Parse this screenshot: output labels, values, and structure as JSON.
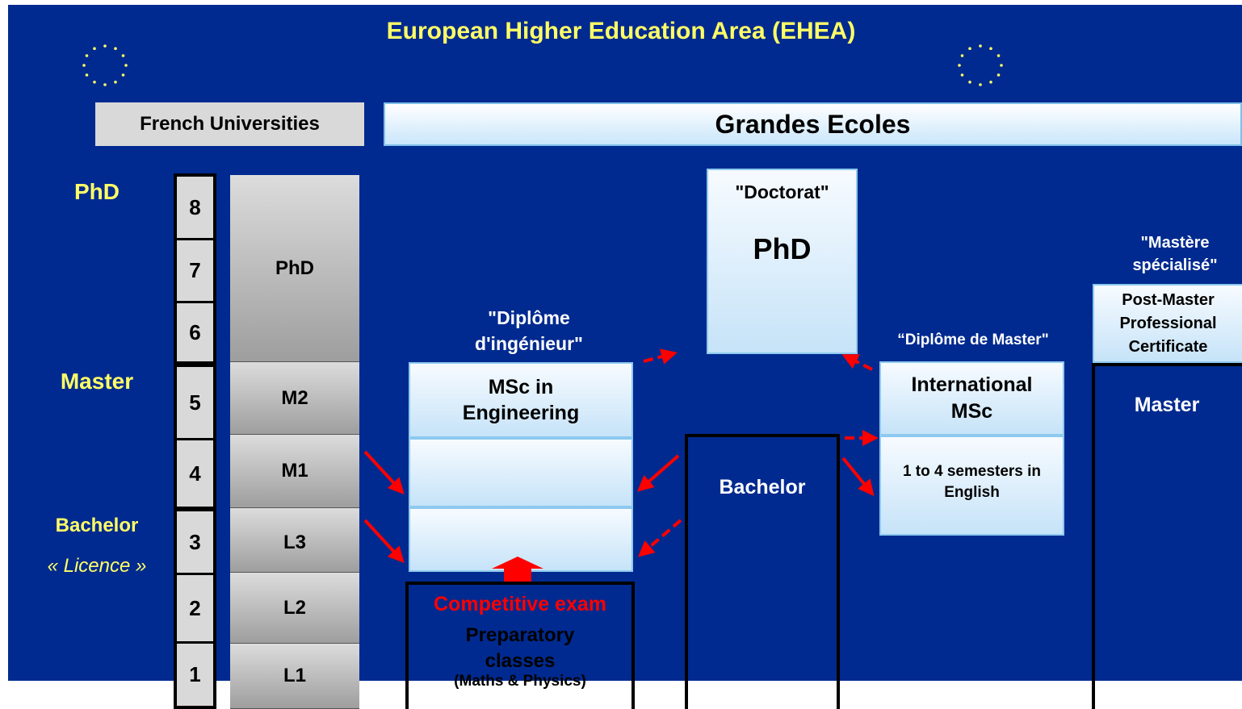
{
  "title": "European Higher Education Area (EHEA)",
  "headers": {
    "universities": "French Universities",
    "grandes_ecoles": "Grandes Ecoles"
  },
  "levels": {
    "phd": "PhD",
    "master": "Master",
    "bachelor": "Bachelor",
    "licence": "« Licence »"
  },
  "years": [
    "8",
    "7",
    "6",
    "5",
    "4",
    "3",
    "2",
    "1"
  ],
  "university_blocks": {
    "phd": "PhD",
    "m2": "M2",
    "m1": "M1",
    "l3": "L3",
    "l2": "L2",
    "l1": "L1"
  },
  "engineering": {
    "caption": "\"Diplôme d'ingénieur\"",
    "title": "MSc in Engineering",
    "exam": "Competitive exam",
    "prep_title": "Preparatory classes",
    "prep_sub": "(Maths & Physics)"
  },
  "doctorat": {
    "caption": "\"Doctorat\"",
    "title": "PhD"
  },
  "bachelor_box": "Bachelor",
  "intl": {
    "caption": "“Diplôme de Master\"",
    "title": "International MSc",
    "detail": "1 to 4 semesters in English"
  },
  "mastere": {
    "caption": "\"Mastère spécialisé\"",
    "title": "Post-Master Professional Certificate",
    "master": "Master"
  },
  "colors": {
    "background": "#002a8f",
    "yellow": "#ffff66",
    "arrow": "#ff0000"
  }
}
